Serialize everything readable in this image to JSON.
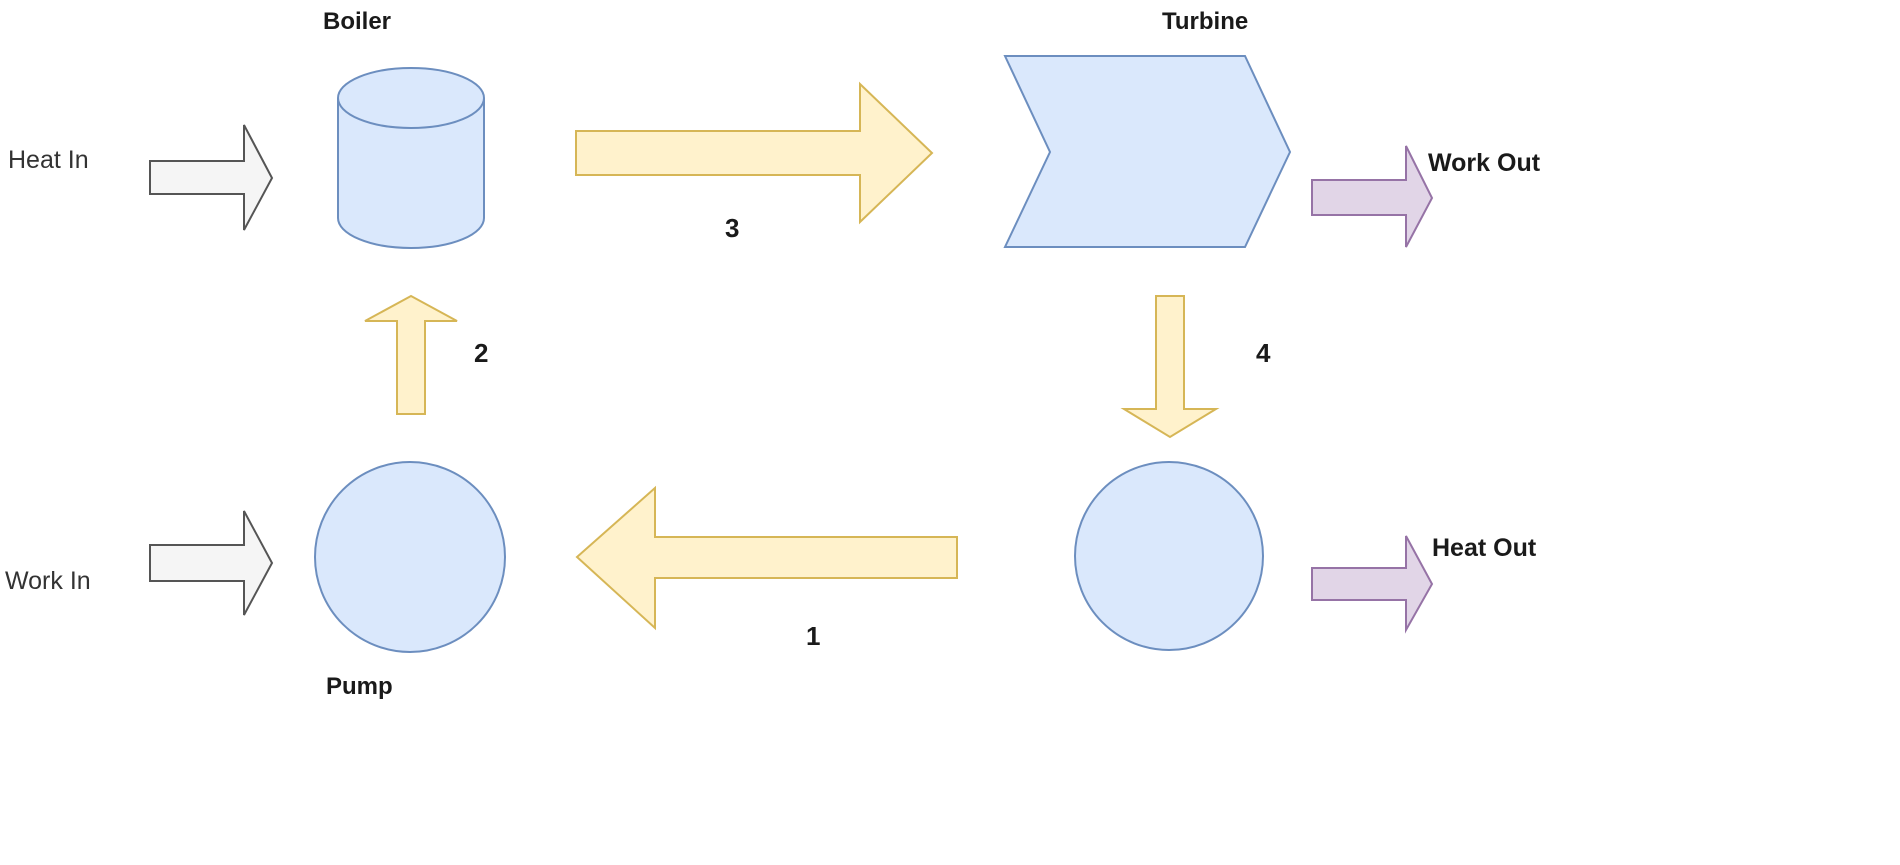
{
  "components": {
    "boiler": "Boiler",
    "turbine": "Turbine",
    "pump": "Pump"
  },
  "flows": {
    "heat_in": "Heat In",
    "work_in": "Work In",
    "work_out": "Work Out",
    "heat_out": "Heat Out"
  },
  "states": {
    "s1": "1",
    "s2": "2",
    "s3": "3",
    "s4": "4"
  },
  "colors": {
    "component_fill": "#dae8fc",
    "component_stroke": "#6c8ebf",
    "flow_fill": "#fff2cc",
    "flow_stroke": "#d6b656",
    "input_fill": "#f5f5f5",
    "input_stroke": "#555555",
    "output_fill": "#e1d5e7",
    "output_stroke": "#9673a6"
  }
}
